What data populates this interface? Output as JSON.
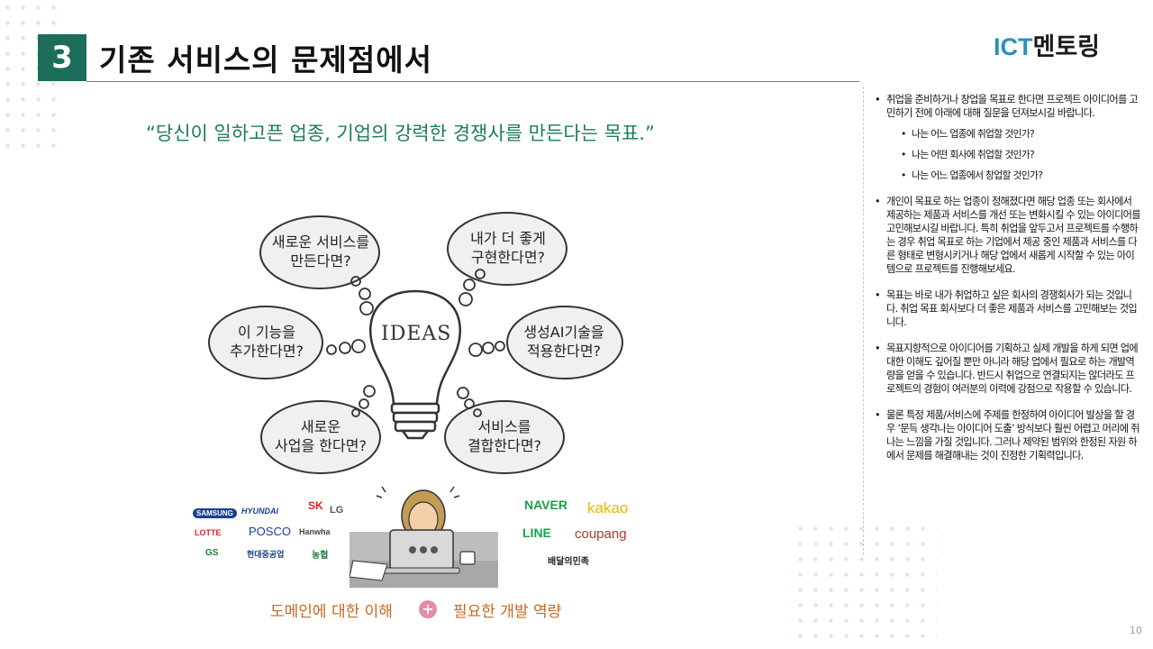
{
  "slide": {
    "number": "3",
    "title": "기존 서비스의 문제점에서",
    "page_number": "10"
  },
  "logo": {
    "ict": "ICT",
    "mentor": "멘토링"
  },
  "quote": "“당신이 일하고픈 업종, 기업의 강력한 경쟁사를 만든다는 목표.”",
  "idea": {
    "center_label": "IDEAS",
    "bubbles": [
      {
        "line1": "새로운 서비스를",
        "line2": "만든다면?"
      },
      {
        "line1": "내가 더 좋게",
        "line2": "구현한다면?"
      },
      {
        "line1": "이 기능을",
        "line2": "추가한다면?"
      },
      {
        "line1": "생성AI기술을",
        "line2": "적용한다면?"
      },
      {
        "line1": "새로운",
        "line2": "사업을 한다면?"
      },
      {
        "line1": "서비스를",
        "line2": "결합한다면?"
      }
    ]
  },
  "company_logos_left": [
    "SAMSUNG",
    "HYUNDAI",
    "SK",
    "LG",
    "LOTTE",
    "POSCO",
    "Hanwha",
    "GS",
    "현대중공업",
    "농협"
  ],
  "company_logos_right": [
    "NAVER",
    "kakao",
    "LINE",
    "coupang",
    "배달의민족"
  ],
  "bottom": {
    "left": "도메인에 대한 이해",
    "plus": "+",
    "right": "필요한 개발 역량"
  },
  "right_column": {
    "p1": "취업을 준비하거나 창업을 목표로 한다면 프로젝트 아이디어를 고민하기 전에 아래에 대해 질문을 던져보시길 바랍니다.",
    "sub1": "나는 어느 업종에 취업할 것인가?",
    "sub2": "나는 어떤 회사에 취업할 것인가?",
    "sub3": "나는 어느 업종에서 창업할 것인가?",
    "p2": "개인이 목표로 하는 업종이 정해졌다면 해당 업종 또는 회사에서 제공하는 제품과 서비스를 개선 또는 변화시킬 수 있는 아이디어를 고민해보시길 바랍니다. 특히 취업을 앞두고서 프로젝트를 수행하는 경우 취업 목표로 하는 기업에서 제공 중인 제품과 서비스를 다른 형태로 변형시키거나 해당 업에서 새롭게 시작할 수 있는 아이템으로 프로젝트를 진행해보세요.",
    "p3": "목표는 바로 내가 취업하고 싶은 회사의 경쟁회사가 되는 것입니다. 취업 목표 회사보다 더 좋은 제품과 서비스를 고민해보는 것입니다.",
    "p4": "목표지향적으로 아이디어를 기획하고 실제 개발을 하게 되면 업에 대한 이해도 깊어질 뿐만 아니라 해당 업에서 필요로 하는 개발역량을 얻을 수 있습니다. 반드시 취업으로 연결되지는 않더라도 프로젝트의 경험이 여러분의 이력에 강점으로 작용할 수 있습니다.",
    "p5": "물론 특정 제품/서비스에 주제를 한정하여 아이디어 발상을 할 경우 ‘문득 생각나는 아이디어 도출’ 방식보다 훨씬 어렵고 머리에 쥐나는 느낌을 가질 것입니다. 그러나 제약된 범위와 한정된 자원 하에서 문제를 해결해내는 것이 진정한 기획력입니다."
  },
  "colors": {
    "accent": "#1c6e5b",
    "quote": "#1d7a5c",
    "bottom_text": "#c8681c",
    "plus": "#e58baa",
    "logo_ict": "#2b8fb9"
  }
}
